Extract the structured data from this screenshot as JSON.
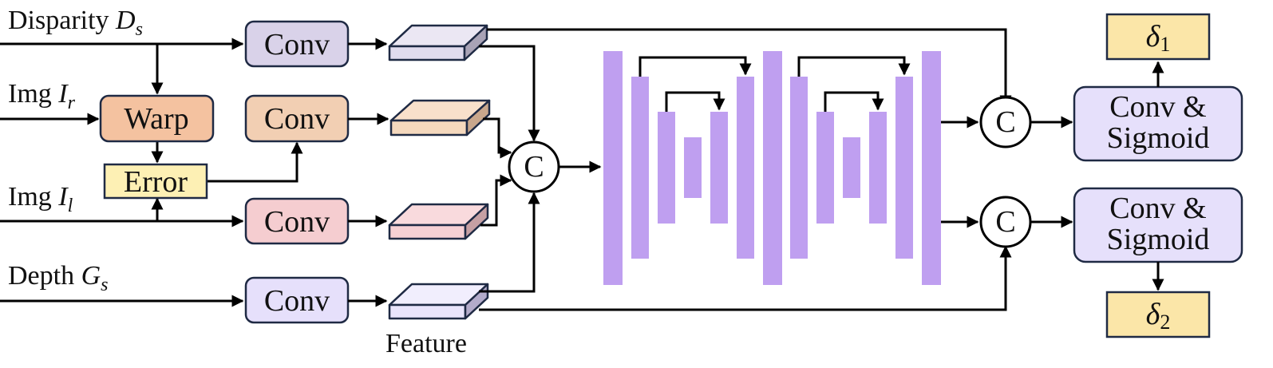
{
  "inputs": {
    "disparity": {
      "prefix": "Disparity",
      "symbol": "D",
      "sub": "s"
    },
    "img_r": {
      "prefix": "Img",
      "symbol": "I",
      "sub": "r"
    },
    "img_l": {
      "prefix": "Img",
      "symbol": "I",
      "sub": "l"
    },
    "depth": {
      "prefix": "Depth",
      "symbol": "G",
      "sub": "s"
    }
  },
  "blocks": {
    "conv": "Conv",
    "warp": "Warp",
    "error": "Error",
    "concat": "C",
    "head_line1": "Conv &",
    "head_line2": "Sigmoid",
    "feature_caption": "Feature"
  },
  "outputs": {
    "out1": {
      "symbol": "δ",
      "sub": "1"
    },
    "out2": {
      "symbol": "δ",
      "sub": "2"
    }
  },
  "colors": {
    "conv_disparity": "#d9d2e9",
    "conv_img_r": "#f2cfb3",
    "conv_img_l": "#f5cdd0",
    "conv_depth": "#e6e0fb",
    "warp": "#f4c2a0",
    "error": "#fdf0b4",
    "output": "#fbe6a8",
    "head": "#e6e0fb",
    "unet": "#bf9ff0",
    "stroke": "#1f2a44"
  }
}
